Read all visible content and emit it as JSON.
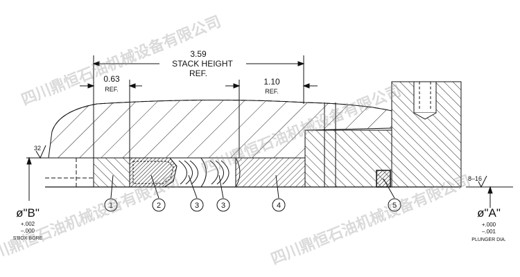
{
  "dimensions": {
    "stack": {
      "value": "3.59",
      "label": "STACK HEIGHT",
      "ref": "REF."
    },
    "left": {
      "value": "0.63",
      "ref": "REF."
    },
    "right": {
      "value": "1.10",
      "ref": "REF."
    }
  },
  "surface_finish": {
    "bore": "32",
    "plunger": "8–16"
  },
  "bore": {
    "symbol": "ø\"B\"",
    "tol_plus": "+.002",
    "tol_minus": "–.000",
    "label": "S'BOX BORE"
  },
  "plunger": {
    "symbol": "ø\"A\"",
    "tol_plus": "+.000",
    "tol_minus": "–.001",
    "label": "PLUNGER DIA."
  },
  "callouts": [
    "1",
    "2",
    "3",
    "3",
    "4",
    "5"
  ],
  "watermark": "四川鼎恒石油机械设备有限公司"
}
